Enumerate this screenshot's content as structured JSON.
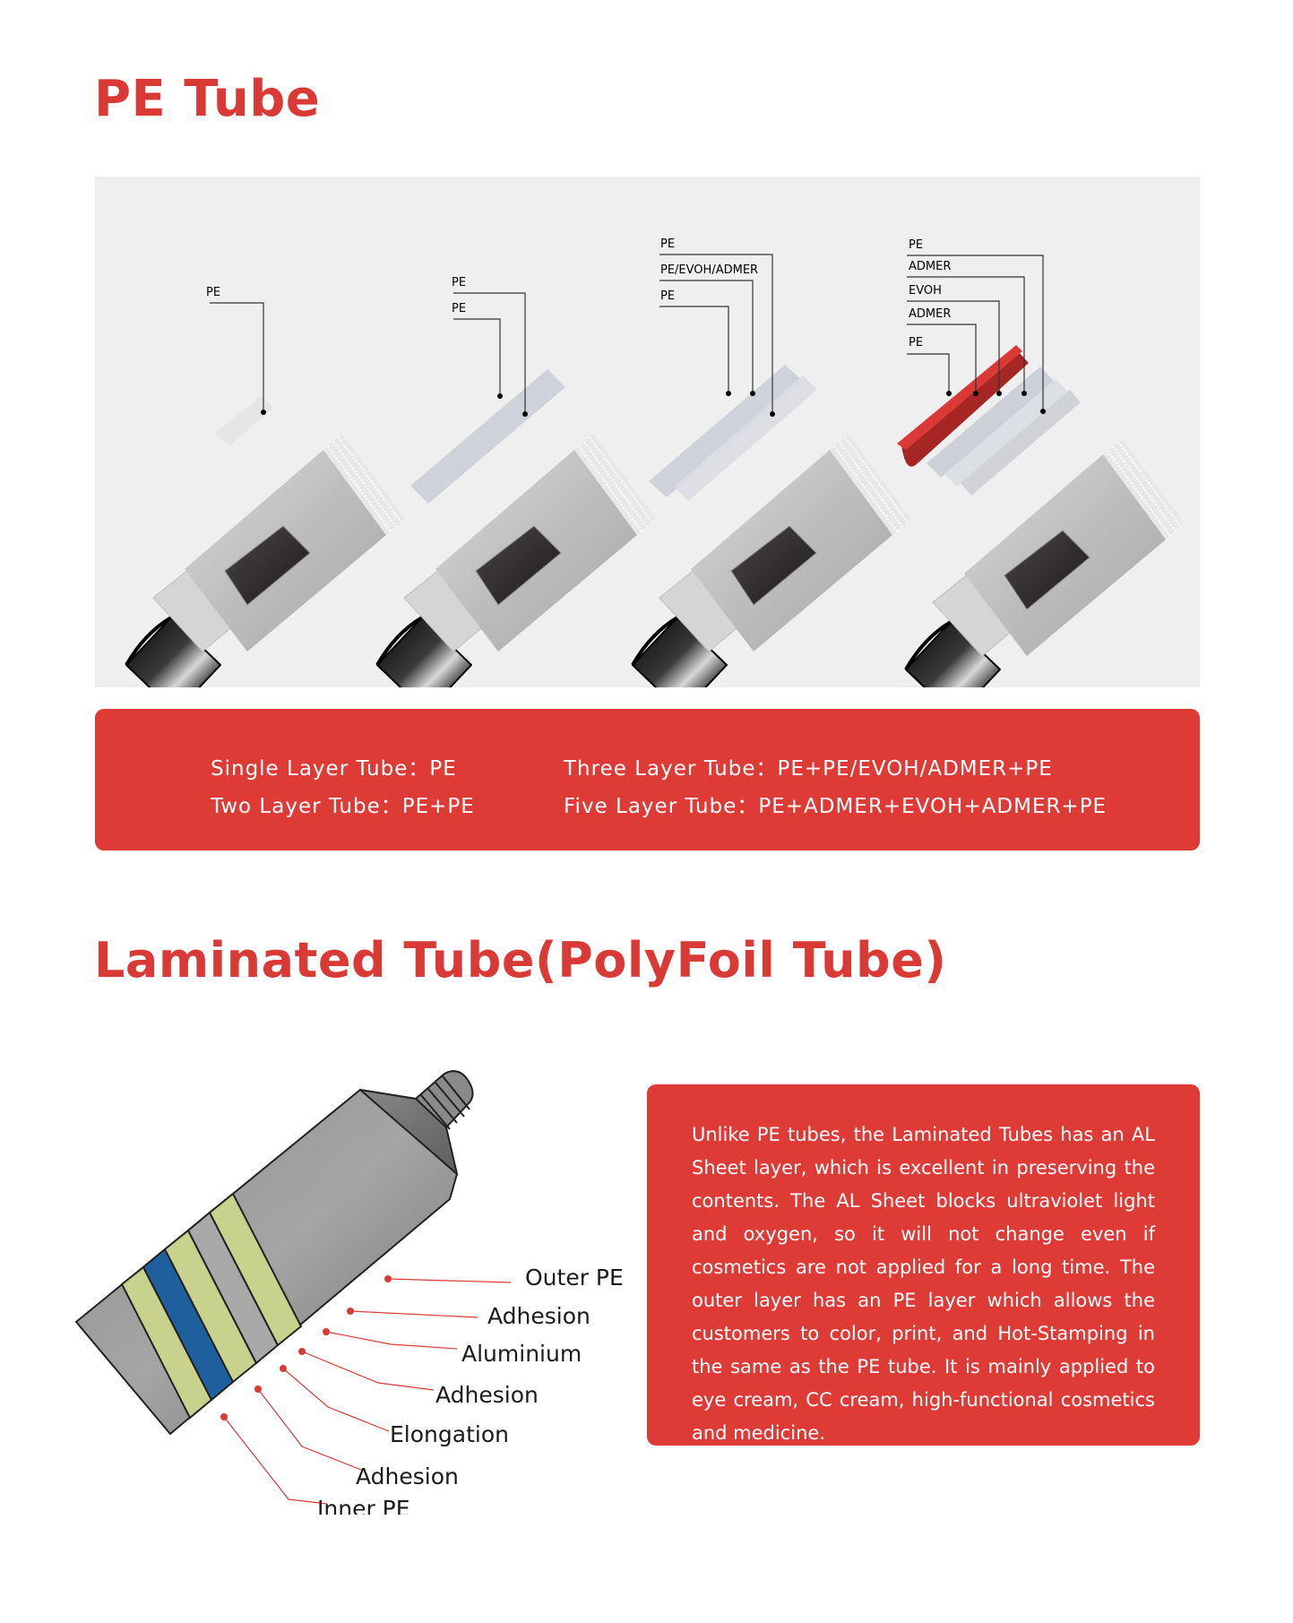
{
  "pe_section": {
    "title": "PE  Tube",
    "diagram": {
      "tube1": {
        "labels": [
          "PE"
        ]
      },
      "tube2": {
        "labels": [
          "PE",
          "PE"
        ]
      },
      "tube3": {
        "labels": [
          "PE",
          "PE/EVOH/ADMER",
          "PE"
        ]
      },
      "tube4": {
        "labels": [
          "PE",
          "ADMER",
          "EVOH",
          "ADMER",
          "PE"
        ]
      }
    },
    "legend": {
      "single": "Single Layer Tube：PE",
      "two": "Two Layer Tube：PE+PE",
      "three": "Three Layer Tube：PE+PE/EVOH/ADMER+PE",
      "five": "Five Layer Tube：PE+ADMER+EVOH+ADMER+PE"
    }
  },
  "laminated_section": {
    "title": "Laminated Tube(PolyFoil Tube)",
    "layers": [
      "Outer PE",
      "Adhesion",
      "Aluminium",
      "Adhesion",
      "Elongation",
      "Adhesion",
      "Inner PE"
    ],
    "description": "Unlike PE tubes, the Laminated Tubes has an AL Sheet layer, which is excellent in preserving the contents. The AL Sheet blocks ultraviolet light and oxygen, so it will not change even if cosmetics are not applied for a long time. The outer layer has an PE layer which allows the customers to color, print, and Hot-Stamping in the same as the PE tube. It is mainly applied to eye cream, CC cream, high-functional cosmetics and medicine."
  },
  "colors": {
    "brand_red": "#de3a36",
    "panel_gray": "#efefef",
    "aluminium_blue": "#1f5f9e",
    "adhesion_green": "#c8d28c"
  }
}
